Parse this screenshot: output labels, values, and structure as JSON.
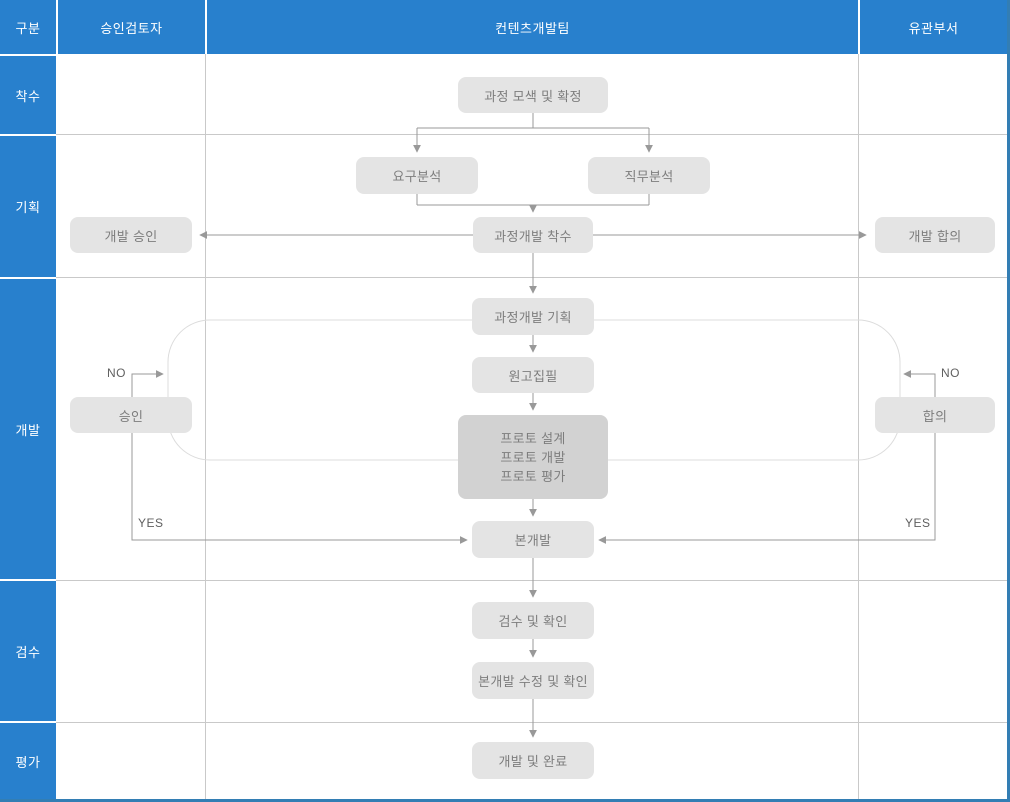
{
  "header": {
    "columns": [
      "구분",
      "승인검토자",
      "컨텐츠개발팀",
      "유관부서"
    ]
  },
  "phases": [
    "착수",
    "기획",
    "개발",
    "검수",
    "평가"
  ],
  "nodes": {
    "explore": "과정 모색 및 확정",
    "needs_analysis": "요구분석",
    "job_analysis": "직무분석",
    "dev_approval": "개발 승인",
    "dev_kickoff": "과정개발 착수",
    "dev_agreement": "개발 합의",
    "dev_planning": "과정개발 기획",
    "manuscript": "원고집필",
    "proto_lines": [
      "프로토 설계",
      "프로토 개발",
      "프로토 평가"
    ],
    "main_dev": "본개발",
    "approval": "승인",
    "agreement": "합의",
    "inspection": "검수 및 확인",
    "revision": "본개발 수정 및 확인",
    "completion": "개발 및 완료"
  },
  "edge_labels": {
    "no_left": "NO",
    "yes_left": "YES",
    "no_right": "NO",
    "yes_right": "YES"
  },
  "colors": {
    "header_blue": "#2880cd",
    "outer_border_blue": "#337eb4",
    "box_gray": "#e4e4e4",
    "box_dark_gray": "#d2d2d2",
    "arrow_gray": "#999999",
    "grid_gray": "#c9c9c9",
    "loop_gray": "#dcdcdc",
    "box_text_gray": "#7d7d7d"
  }
}
